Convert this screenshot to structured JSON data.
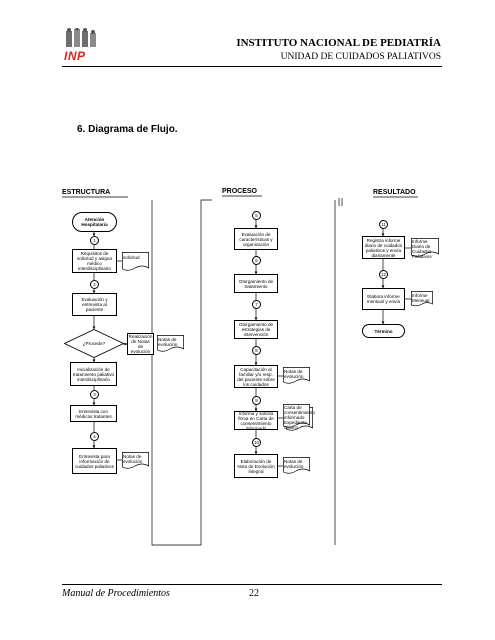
{
  "header": {
    "logo_text": "INP",
    "institution": "INSTITUTO NACIONAL DE PEDIATRÍA",
    "unit": "UNIDAD DE CUIDADOS PALIATIVOS"
  },
  "section_title": "6.  Diagrama de Flujo.",
  "columns": {
    "estructura": "ESTRUCTURA",
    "proceso": "PROCESO",
    "resultado": "RESULTADO"
  },
  "estructura": {
    "start": "Atención Hospitalaria",
    "c1": "1",
    "requisitos": "Requisitos de solicitud y asigna médico interdisciplinario",
    "solicitud": "solicitud",
    "c2": "2",
    "evaluacion": "Evaluación y entrevista al paciente",
    "procede": "¿Procede?",
    "realizacion": "Realización de Notas de evolución",
    "notas1": "Notas de evolución",
    "inicializacion": "Inicialización de tratamiento paliativo interdisciplinario",
    "c3": "3",
    "entrevista_medicos": "Entrevista con médicos tratantes",
    "c4": "4",
    "entrevista_info": "Entrevista para información de cuidados paliativos",
    "notas2": "Notas de evolución"
  },
  "proceso": {
    "c5": "5",
    "evaluacion_car": "Evaluación de características y organización",
    "c6": "6",
    "otorgamiento_trat": "Otorgamiento de tratamiento",
    "c7": "7",
    "otorgamiento_est": "Otorgamiento de estrategias de intervención",
    "c8": "8",
    "capacitacion": "Capacitación al familiar y/o resp. del paciente sobre los cuidados",
    "notas3": "Notas de evolución",
    "c9": "9",
    "informe": "Informa y solicita firma en Carta de consentimiento informado",
    "carta": "Carta de consentimiento informado Expediente Clínico",
    "c10": "10",
    "elaboracion": "Elaboración de Nota de Evolución integral",
    "notas4": "Notas de evolución"
  },
  "resultado": {
    "c11": "11",
    "registra": "Registra informe diario de cuidados paliativos y envía diariamente",
    "informe_diario": "Informe Diario de Cuidados Paliativos",
    "c12": "12",
    "elabora": "Elabora informe mensual y envía",
    "informe_mensual": "Informe Mensual",
    "termino": "Término"
  },
  "footer": {
    "manual": "Manual de Procedimientos",
    "page": "22"
  }
}
